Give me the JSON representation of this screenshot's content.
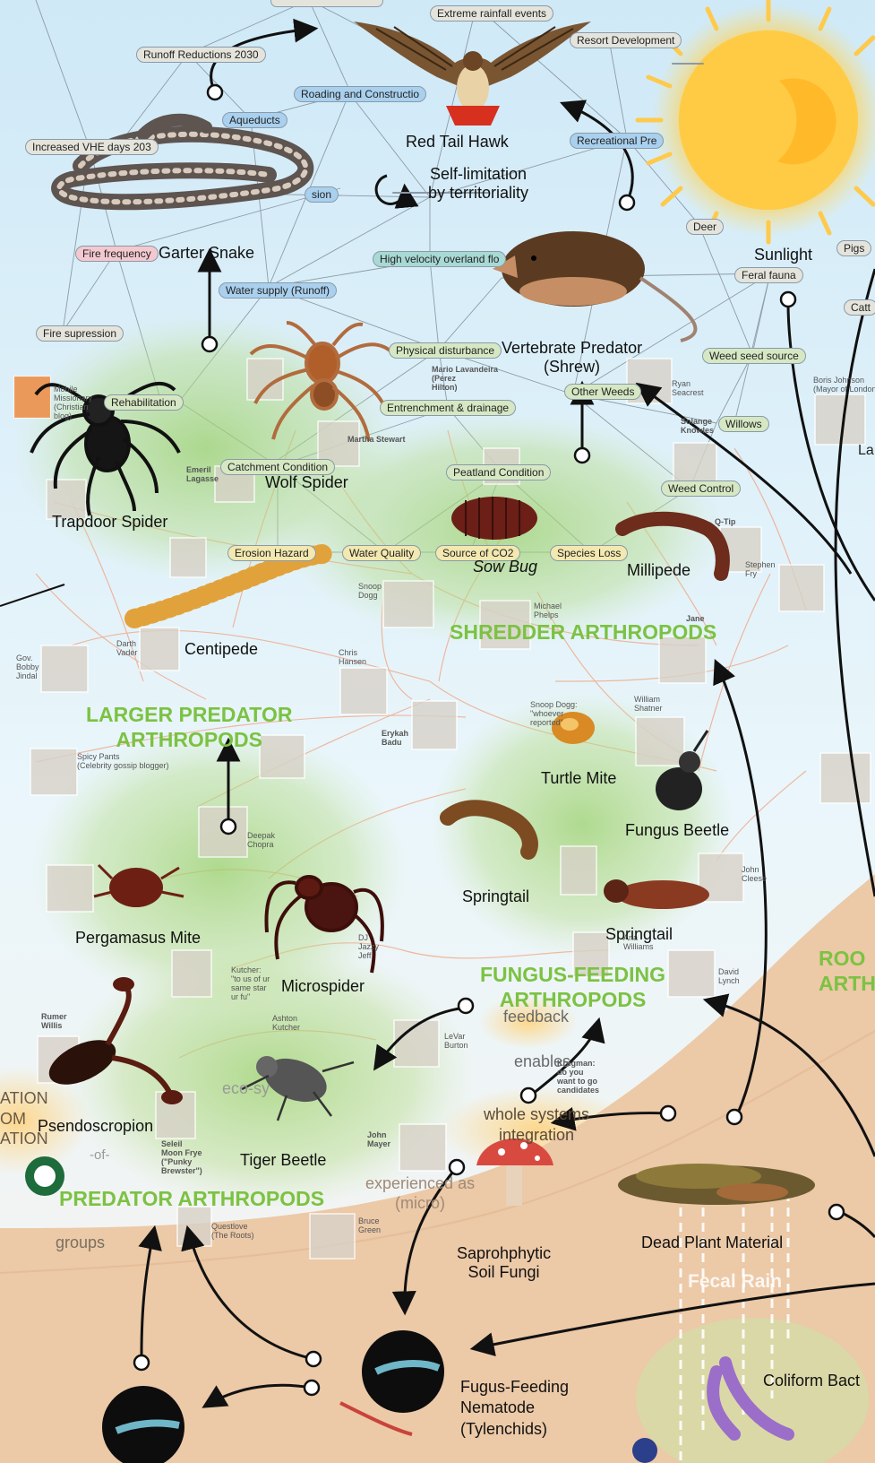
{
  "nodes": {
    "extreme_rainfall": "Extreme rainfall events",
    "resort_development": "Resort Development",
    "runoff_reductions": "Runoff Reductions 2030",
    "roading": "Roading and Constructio",
    "aqueducts": "Aqueducts",
    "increased_vhe": "Increased VHE days 203",
    "recreational": "Recreational Pre",
    "deer": "Deer",
    "pigs": "Pigs",
    "feral_fauna": "Feral fauna",
    "cattle": "Catt",
    "fire_frequency": "Fire frequency",
    "high_velocity": "High velocity overland flo",
    "water_supply": "Water supply (Runoff)",
    "fire_supression": "Fire supression",
    "physical_disturbance": "Physical disturbance",
    "weed_seed": "Weed seed source",
    "rehabilitation": "Rehabilitation",
    "entrenchment": "Entrenchment & drainage",
    "other_weeds": "Other Weeds",
    "willows": "Willows",
    "catchment": "Catchment Condition",
    "peatland": "Peatland Condition",
    "weed_control": "Weed Control",
    "erosion": "Erosion Hazard",
    "water_quality": "Water Quality",
    "source_co2": "Source of CO2",
    "species_loss": "Species Loss",
    "sion": "sion"
  },
  "organisms": {
    "red_tail_hawk": "Red Tail Hawk",
    "self_limitation": "Self-limitation\nby territoriality",
    "garter_snake": "Garter Snake",
    "sunlight": "Sunlight",
    "vertebrate_predator": "Vertebrate Predator\n(Shrew)",
    "wolf_spider": "Wolf Spider",
    "trapdoor_spider": "Trapdoor Spider",
    "sow_bug": "Sow Bug",
    "millipede": "Millipede",
    "centipede": "Centipede",
    "turtle_mite": "Turtle Mite",
    "fungus_beetle": "Fungus Beetle",
    "springtail_1": "Springtail",
    "springtail_2": "Springtail",
    "pergamasus_mite": "Pergamasus Mite",
    "microspider": "Microspider",
    "pseudoscorpion": "Psendoscropion",
    "tiger_beetle": "Tiger Beetle",
    "saprophytic_fungi": "Saprohphytic\nSoil Fungi",
    "dead_plant": "Dead Plant Material",
    "fecal_rain": "Fecal Rain",
    "fungus_nematode": "Fugus-Feeding\nNematode\n(Tylenchids)",
    "coliform": "Coliform Bact"
  },
  "groups": {
    "shredder": "SHREDDER ARTHROPODS",
    "larger_predator": "LARGER PREDATOR\nARTHROPODS",
    "fungus_feeding": "FUNGUS-FEEDING\nARTHROPODS",
    "predator": "PREDATOR ARTHROPODS",
    "root": "ROO\nARTH"
  },
  "background_words": {
    "feedback": "feedback",
    "enables": "enables",
    "whole_systems": "whole systems\nintegration",
    "experienced": "experienced as\n(micro)",
    "eco_sys": "eco-sy",
    "of": "-of-",
    "groups": "groups",
    "left_cut": "ATION\nOM\nATION",
    "la": "La"
  },
  "people": {
    "mario": "Mario Lavandeira\n(Perez\nHilton)",
    "ryan": "Ryan\nSeacrest",
    "solange": "Solange\nKnowles",
    "boris": "Boris Johnson\n(Mayor of London)",
    "martha": "Martha Stewart",
    "mobile": "Mobile\nMissionary\n(Christian\nblog)",
    "emeril": "Emeril\nLagasse",
    "qtip": "Q-Tip",
    "stephen": "Stephen\nFry",
    "snoop": "Snoop\nDogg",
    "michael": "Michael\nPhelps",
    "jane": "Jane",
    "darth": "Darth\nVader",
    "bobby": "Gov.\nBobby\nJindal",
    "chris": "Chris\nHansen",
    "erykah": "Erykah\nBadu",
    "snoop2": "Snoop Dogg:\n\"whoever\nreported\"",
    "william": "William\nShatner",
    "spicy": "Spicy Pants\n(Celebrity gossip blogger)",
    "deepak": "Deepak\nChopra",
    "john_cleese": "John\nCleese",
    "kutcher": "Kutcher:\n\"to us of ur\nsame star\nur fu\"",
    "dj_jazzy": "DJ\nJazzy\nJeff",
    "rumer": "Rumer\nWillis",
    "ashton": "Ashton\nKutcher",
    "levar": "LeVar\nBurton",
    "david": "David\nLynch",
    "ana": "Ana\nWilliams",
    "john_mayer": "John\nMayer",
    "seleil": "Seleil\nMoon Frye\n(\"Punky\nBrewster\")",
    "questlove": "Questlove\n(The Roots)",
    "krugman": "Krugman:\ndo you\nwant to go\ncandidates",
    "bruce": "Bruce\nGreen"
  }
}
